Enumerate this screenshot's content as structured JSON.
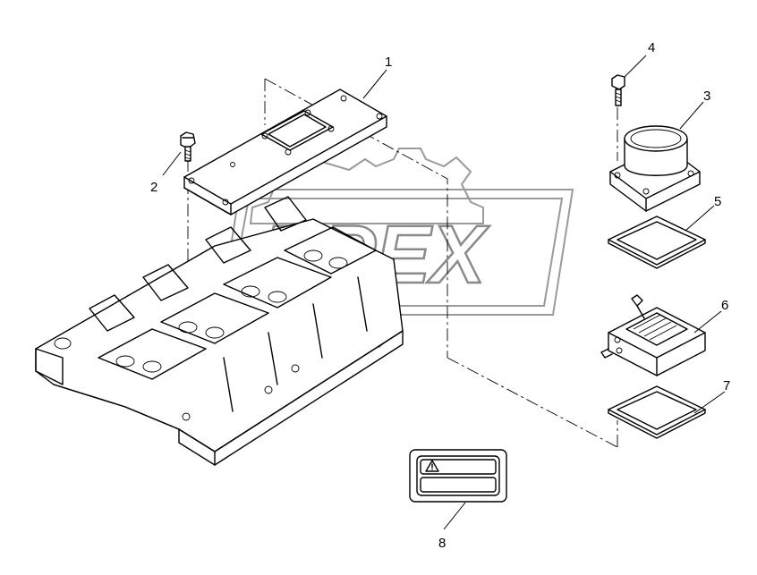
{
  "watermark": {
    "text": "DPEX"
  },
  "callouts": [
    {
      "id": "1",
      "label": "1"
    },
    {
      "id": "2",
      "label": "2"
    },
    {
      "id": "3",
      "label": "3"
    },
    {
      "id": "4",
      "label": "4"
    },
    {
      "id": "5",
      "label": "5"
    },
    {
      "id": "6",
      "label": "6"
    },
    {
      "id": "7",
      "label": "7"
    },
    {
      "id": "8",
      "label": "8"
    }
  ]
}
